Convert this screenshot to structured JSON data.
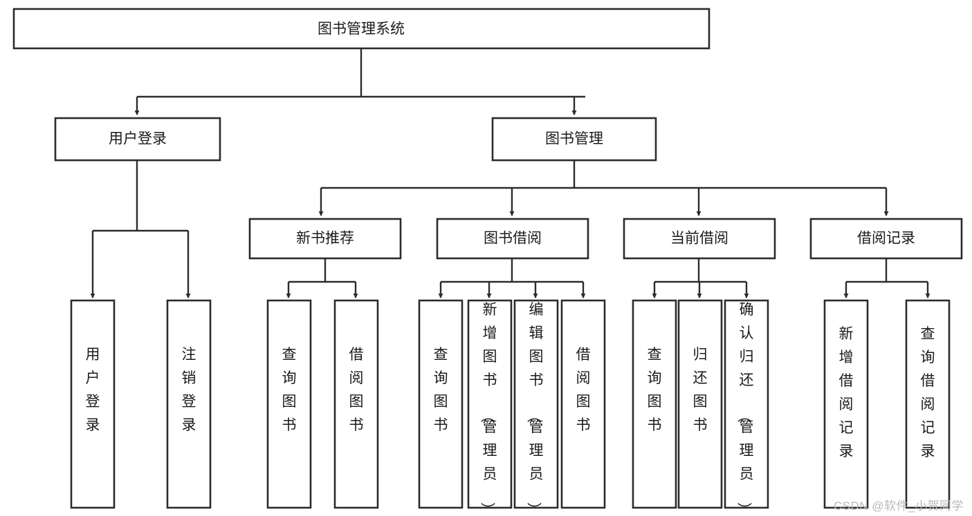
{
  "diagram": {
    "type": "tree-hierarchy",
    "title": "图书管理系统",
    "watermark": "CSDN @软件_小贺同学",
    "colors": {
      "stroke": "#2b2b2b",
      "fill": "#ffffff",
      "text": "#1a1a1a",
      "watermark": "#b9b9b9",
      "background": "#ffffff"
    },
    "levels": {
      "root": {
        "label": "图书管理系统",
        "orientation": "horizontal"
      },
      "level2": [
        {
          "id": "user-login",
          "label": "用户登录",
          "orientation": "horizontal"
        },
        {
          "id": "book-manage",
          "label": "图书管理",
          "orientation": "horizontal"
        }
      ],
      "level3": [
        {
          "id": "new-book-rec",
          "label": "新书推荐",
          "orientation": "horizontal",
          "parent": "book-manage"
        },
        {
          "id": "book-borrow",
          "label": "图书借阅",
          "orientation": "horizontal",
          "parent": "book-manage"
        },
        {
          "id": "current-borrow",
          "label": "当前借阅",
          "orientation": "horizontal",
          "parent": "book-manage"
        },
        {
          "id": "borrow-record",
          "label": "借阅记录",
          "orientation": "horizontal",
          "parent": "book-manage"
        }
      ],
      "leaves": [
        {
          "id": "leaf-user-login",
          "label": "用户登录",
          "orientation": "vertical",
          "parent": "user-login"
        },
        {
          "id": "leaf-user-logout",
          "label": "注销登录",
          "orientation": "vertical",
          "parent": "user-login"
        },
        {
          "id": "leaf-query-book-1",
          "label": "查询图书",
          "orientation": "vertical",
          "parent": "new-book-rec"
        },
        {
          "id": "leaf-borrow-book-1",
          "label": "借阅图书",
          "orientation": "vertical",
          "parent": "new-book-rec"
        },
        {
          "id": "leaf-query-book-2",
          "label": "查询图书",
          "orientation": "vertical",
          "parent": "book-borrow"
        },
        {
          "id": "leaf-add-book",
          "label": "新增图书（管理员）",
          "orientation": "vertical",
          "parent": "book-borrow"
        },
        {
          "id": "leaf-edit-book",
          "label": "编辑图书（管理员）",
          "orientation": "vertical",
          "parent": "book-borrow"
        },
        {
          "id": "leaf-borrow-book-2",
          "label": "借阅图书",
          "orientation": "vertical",
          "parent": "book-borrow"
        },
        {
          "id": "leaf-query-book-3",
          "label": "查询图书",
          "orientation": "vertical",
          "parent": "current-borrow"
        },
        {
          "id": "leaf-return-book",
          "label": "归还图书",
          "orientation": "vertical",
          "parent": "current-borrow"
        },
        {
          "id": "leaf-confirm-return",
          "label": "确认归还（管理员）",
          "orientation": "vertical",
          "parent": "current-borrow"
        },
        {
          "id": "leaf-add-record",
          "label": "新增借阅记录",
          "orientation": "vertical",
          "parent": "borrow-record"
        },
        {
          "id": "leaf-query-record",
          "label": "查询借阅记录",
          "orientation": "vertical",
          "parent": "borrow-record"
        }
      ]
    }
  }
}
